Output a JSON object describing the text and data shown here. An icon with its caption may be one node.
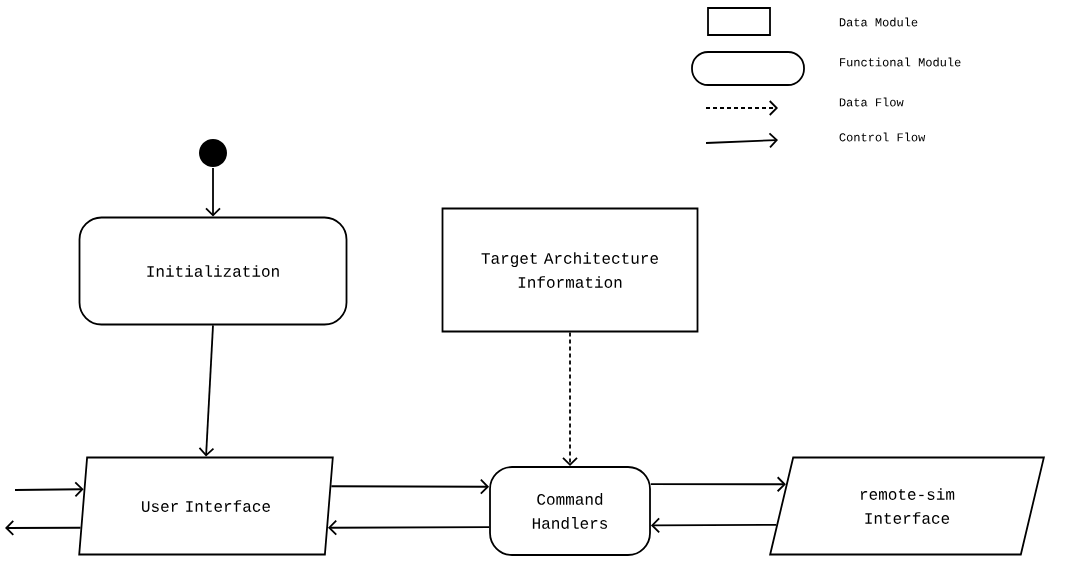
{
  "diagram": {
    "nodes": [
      {
        "text": [],
        "shape": "circle"
      },
      {
        "text": [
          "Initialization"
        ]
      },
      {
        "text": [
          "Target Architecture Information"
        ]
      },
      {
        "text": [
          "User Interface"
        ]
      },
      {
        "text": [
          "Command Handlers"
        ]
      },
      {
        "text": [
          "remote-sim Interface"
        ]
      }
    ],
    "edges": [
      {
        "from": 0,
        "to": 1,
        "arrow": "to"
      },
      {
        "from": 1,
        "to": 3,
        "arrow": "to"
      },
      {
        "from": 2,
        "to": 4,
        "arrow": "to",
        "style": "dashed"
      },
      {
        "from": null,
        "to": 3,
        "arrow": "to"
      },
      {
        "from": 3,
        "to": null,
        "arrow": "to"
      },
      {
        "from": 3,
        "to": 4,
        "arrow": "to"
      },
      {
        "from": 4,
        "to": 3,
        "arrow": "to"
      },
      {
        "from": 4,
        "to": 5,
        "arrow": "to"
      },
      {
        "from": 5,
        "to": 4,
        "arrow": "to"
      }
    ],
    "legend": [
      {
        "text": "Data Module"
      },
      {
        "text": "Functional Module"
      },
      {
        "text": "Data Flow"
      },
      {
        "text": "Control Flow"
      }
    ]
  }
}
